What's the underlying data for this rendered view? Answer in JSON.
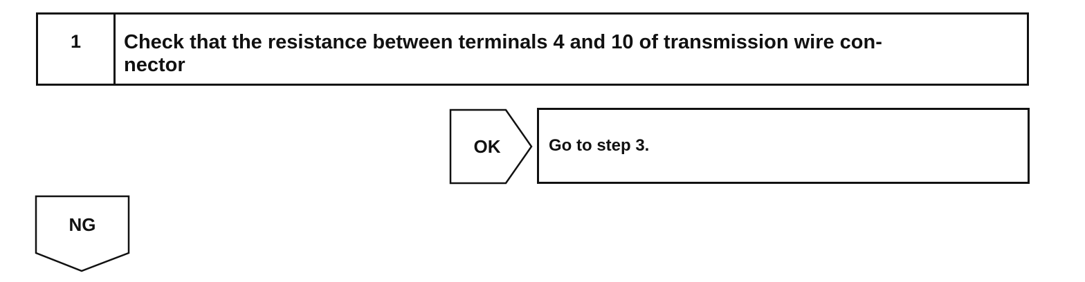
{
  "step": {
    "number": "1",
    "text": "Check that the resistance between terminals 4 and 10 of transmission wire con-\nnector"
  },
  "ok": {
    "label": "OK",
    "result": "Go to step 3."
  },
  "ng": {
    "label": "NG"
  }
}
